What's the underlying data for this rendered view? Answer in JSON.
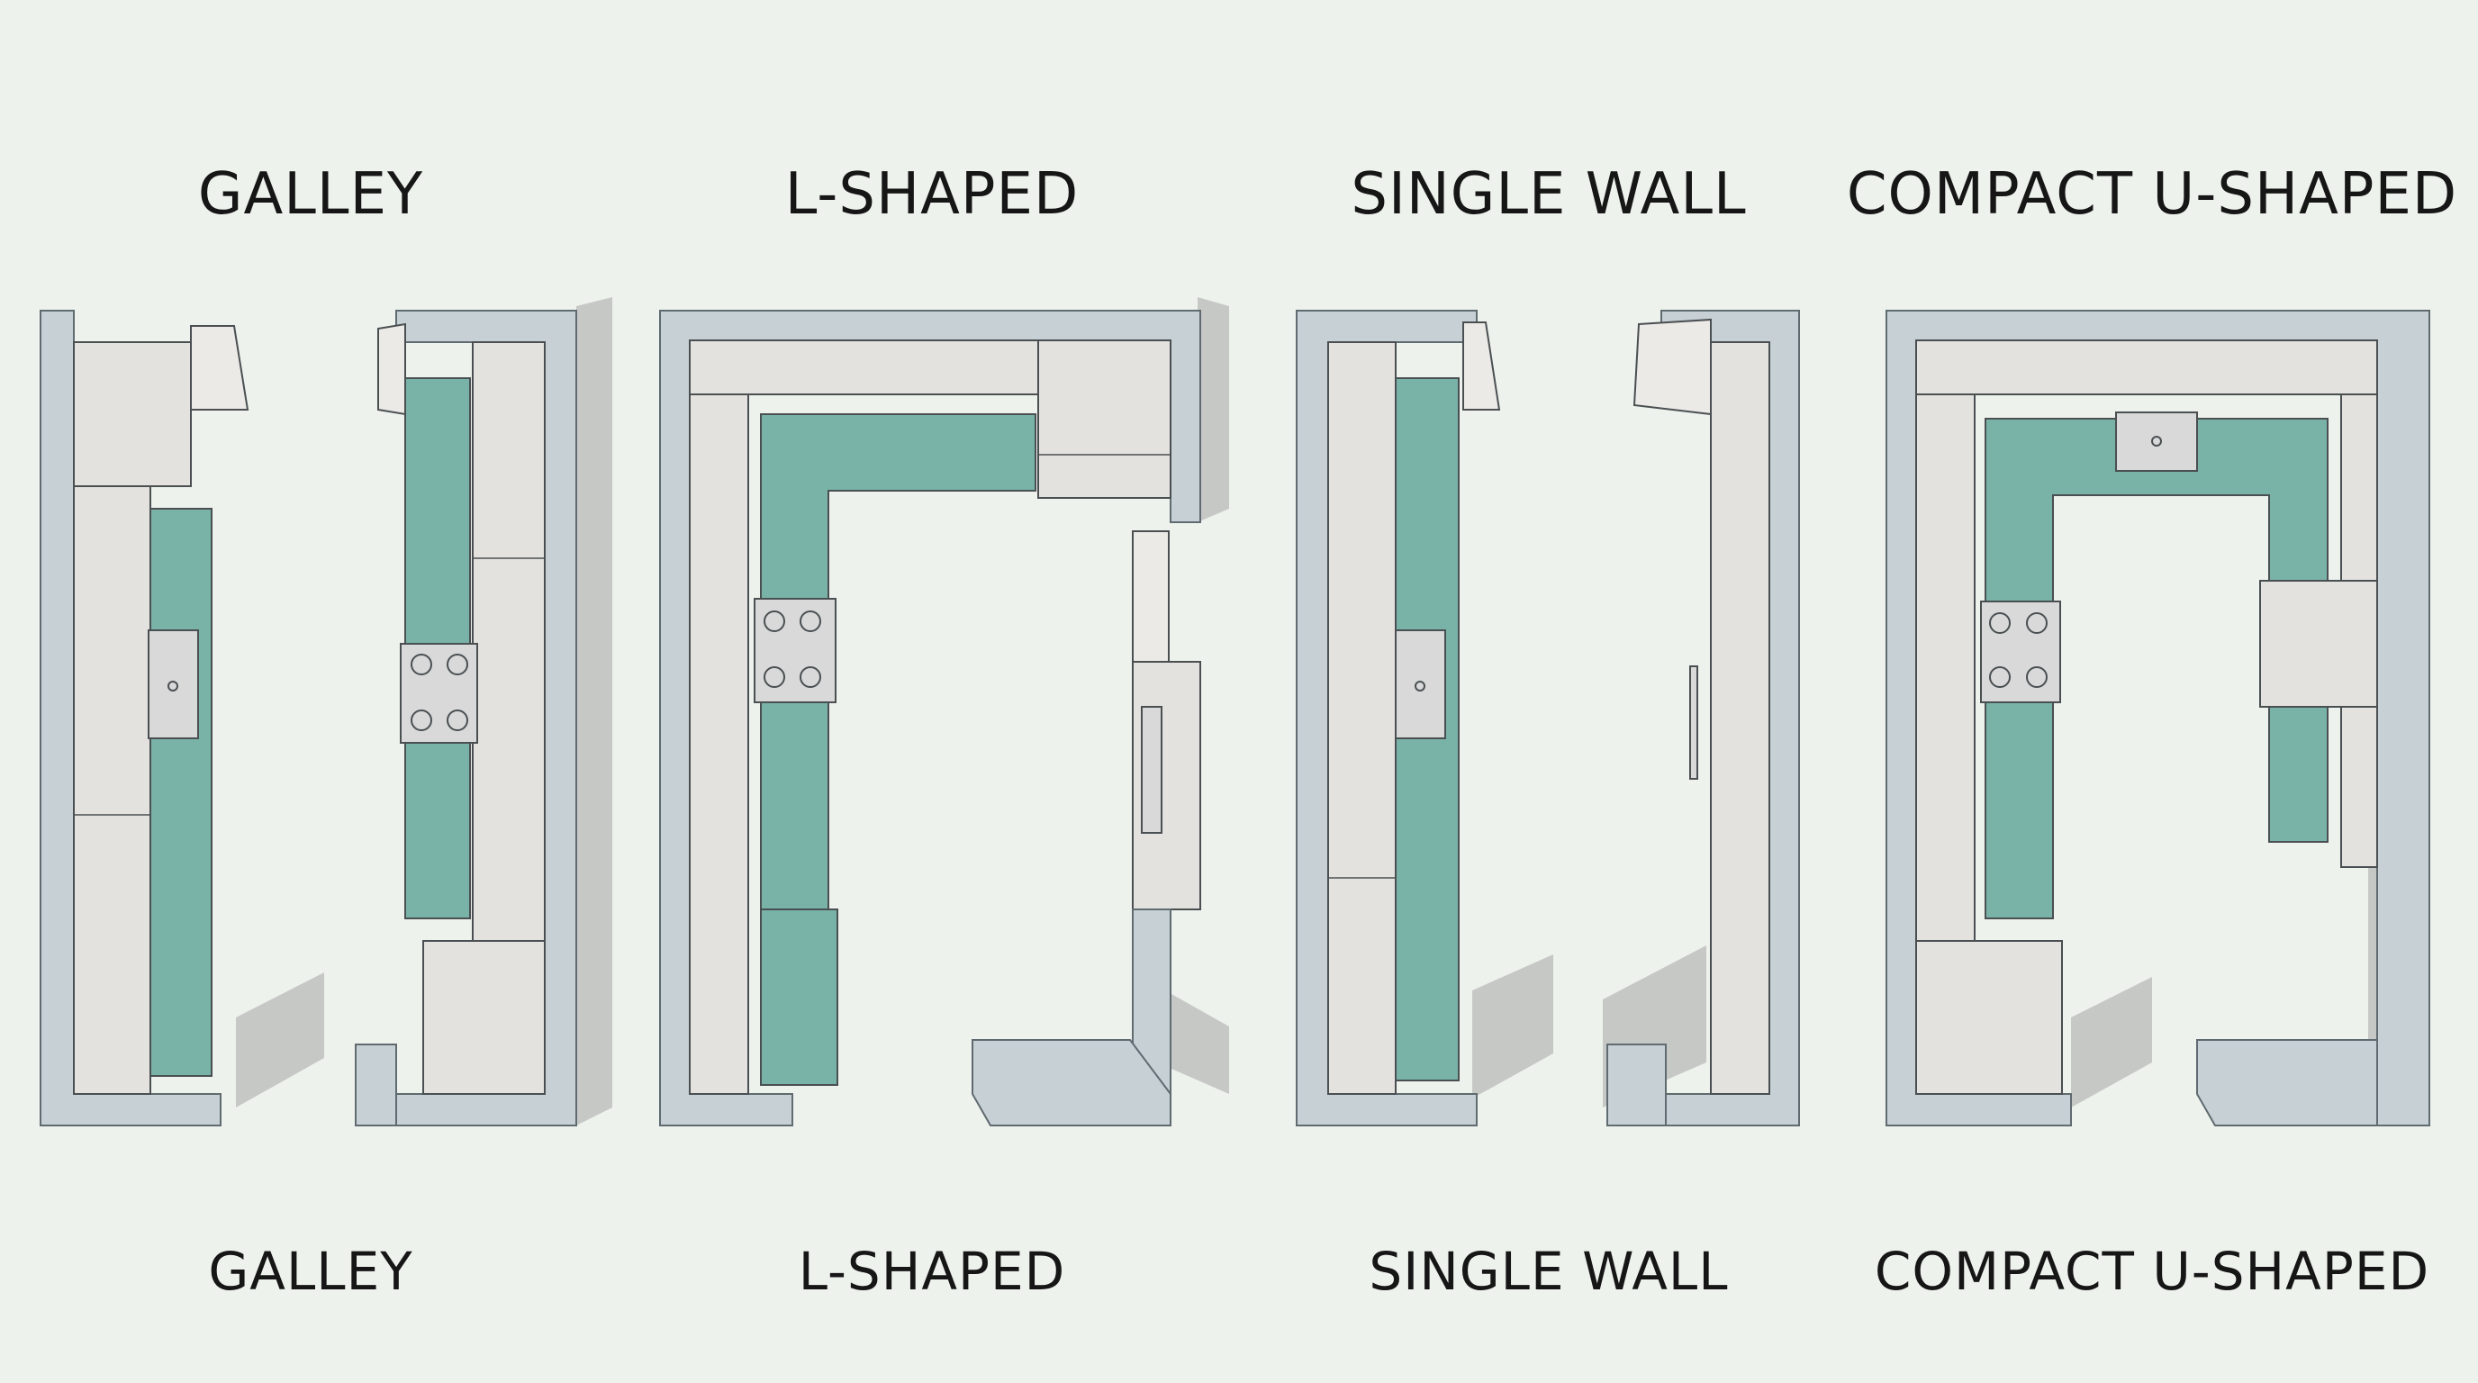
{
  "labels_top": [
    "GALLEY",
    "L-SHAPED",
    "SINGLE WALL",
    "COMPACT U-SHAPED"
  ],
  "labels_bottom": [
    "GALLEY",
    "L-SHAPED",
    "SINGLE WALL",
    "COMPACT U-SHAPED"
  ],
  "colors": {
    "background": "#eef2ed",
    "wall": "#c7d0d4",
    "wall_stroke": "#5f6b70",
    "counter": "#e4e2df",
    "counter_stroke": "#4a4f52",
    "backsplash": "#79b3a8",
    "appliance": "#d8d9d8",
    "shadow": "#c6c8c5"
  }
}
